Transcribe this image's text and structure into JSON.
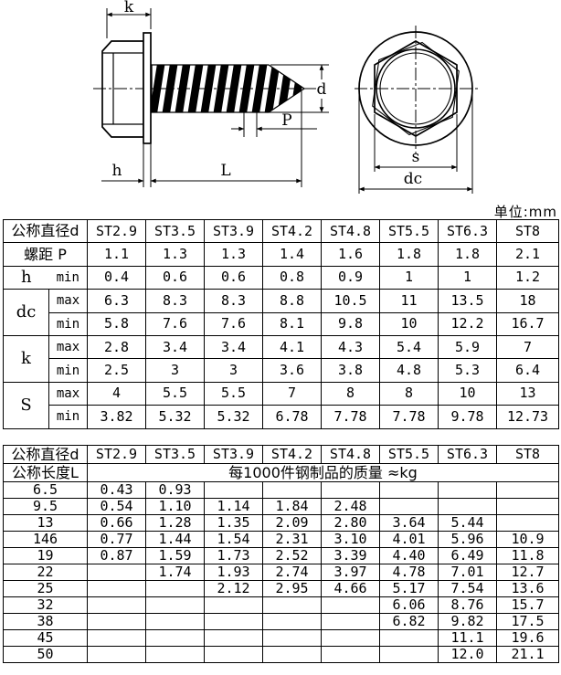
{
  "unit_note": "单位:mm",
  "drawing": {
    "labels": {
      "k": "k",
      "h": "h",
      "L": "L",
      "P": "P",
      "d": "d",
      "s": "s",
      "dc": "dc"
    }
  },
  "table1": {
    "header": {
      "label": "公称直径d",
      "values": [
        "ST2.9",
        "ST3.5",
        "ST3.9",
        "ST4.2",
        "ST4.8",
        "ST5.5",
        "ST6.3",
        "ST8"
      ]
    },
    "pitch": {
      "label": "螺距 P",
      "values": [
        "1.1",
        "1.3",
        "1.3",
        "1.4",
        "1.6",
        "1.8",
        "1.8",
        "2.1"
      ]
    },
    "h_row": {
      "label": "h",
      "sub": "min",
      "values": [
        "0.4",
        "0.6",
        "0.6",
        "0.8",
        "0.9",
        "1",
        "1",
        "1.2"
      ]
    },
    "groups": [
      {
        "label": "dc",
        "rows": [
          {
            "sub": "max",
            "values": [
              "6.3",
              "8.3",
              "8.3",
              "8.8",
              "10.5",
              "11",
              "13.5",
              "18"
            ]
          },
          {
            "sub": "min",
            "values": [
              "5.8",
              "7.6",
              "7.6",
              "8.1",
              "9.8",
              "10",
              "12.2",
              "16.7"
            ]
          }
        ]
      },
      {
        "label": "k",
        "rows": [
          {
            "sub": "max",
            "values": [
              "2.8",
              "3.4",
              "3.4",
              "4.1",
              "4.3",
              "5.4",
              "5.9",
              "7"
            ]
          },
          {
            "sub": "min",
            "values": [
              "2.5",
              "3",
              "3",
              "3.6",
              "3.8",
              "4.8",
              "5.3",
              "6.4"
            ]
          }
        ]
      },
      {
        "label": "S",
        "rows": [
          {
            "sub": "max",
            "values": [
              "4",
              "5.5",
              "5.5",
              "7",
              "8",
              "8",
              "10",
              "13"
            ]
          },
          {
            "sub": "min",
            "values": [
              "3.82",
              "5.32",
              "5.32",
              "6.78",
              "7.78",
              "7.78",
              "9.78",
              "12.73"
            ]
          }
        ]
      }
    ]
  },
  "table2": {
    "header": {
      "label": "公称直径d",
      "values": [
        "ST2.9",
        "ST3.5",
        "ST3.9",
        "ST4.2",
        "ST4.8",
        "ST5.5",
        "ST6.3",
        "ST8"
      ]
    },
    "mass_header": {
      "label": "公称长度L",
      "text": "每1000件钢制品的质量 ≈kg"
    },
    "rows": [
      {
        "length": "6.5",
        "values": [
          "0.43",
          "0.93",
          "",
          "",
          "",
          "",
          "",
          ""
        ]
      },
      {
        "length": "9.5",
        "values": [
          "0.54",
          "1.10",
          "1.14",
          "1.84",
          "2.48",
          "",
          "",
          ""
        ]
      },
      {
        "length": "13",
        "values": [
          "0.66",
          "1.28",
          "1.35",
          "2.09",
          "2.80",
          "3.64",
          "5.44",
          ""
        ]
      },
      {
        "length": "146",
        "values": [
          "0.77",
          "1.44",
          "1.54",
          "2.31",
          "3.10",
          "4.01",
          "5.96",
          "10.9"
        ]
      },
      {
        "length": "19",
        "values": [
          "0.87",
          "1.59",
          "1.73",
          "2.52",
          "3.39",
          "4.40",
          "6.49",
          "11.8"
        ]
      },
      {
        "length": "22",
        "values": [
          "",
          "1.74",
          "1.93",
          "2.74",
          "3.97",
          "4.78",
          "7.01",
          "12.7"
        ]
      },
      {
        "length": "25",
        "values": [
          "",
          "",
          "2.12",
          "2.95",
          "4.66",
          "5.17",
          "7.54",
          "13.6"
        ]
      },
      {
        "length": "32",
        "values": [
          "",
          "",
          "",
          "",
          "",
          "6.06",
          "8.76",
          "15.7"
        ]
      },
      {
        "length": "38",
        "values": [
          "",
          "",
          "",
          "",
          "",
          "6.82",
          "9.82",
          "17.5"
        ]
      },
      {
        "length": "45",
        "values": [
          "",
          "",
          "",
          "",
          "",
          "",
          "11.1",
          "19.6"
        ]
      },
      {
        "length": "50",
        "values": [
          "",
          "",
          "",
          "",
          "",
          "",
          "12.0",
          "21.1"
        ]
      }
    ]
  }
}
